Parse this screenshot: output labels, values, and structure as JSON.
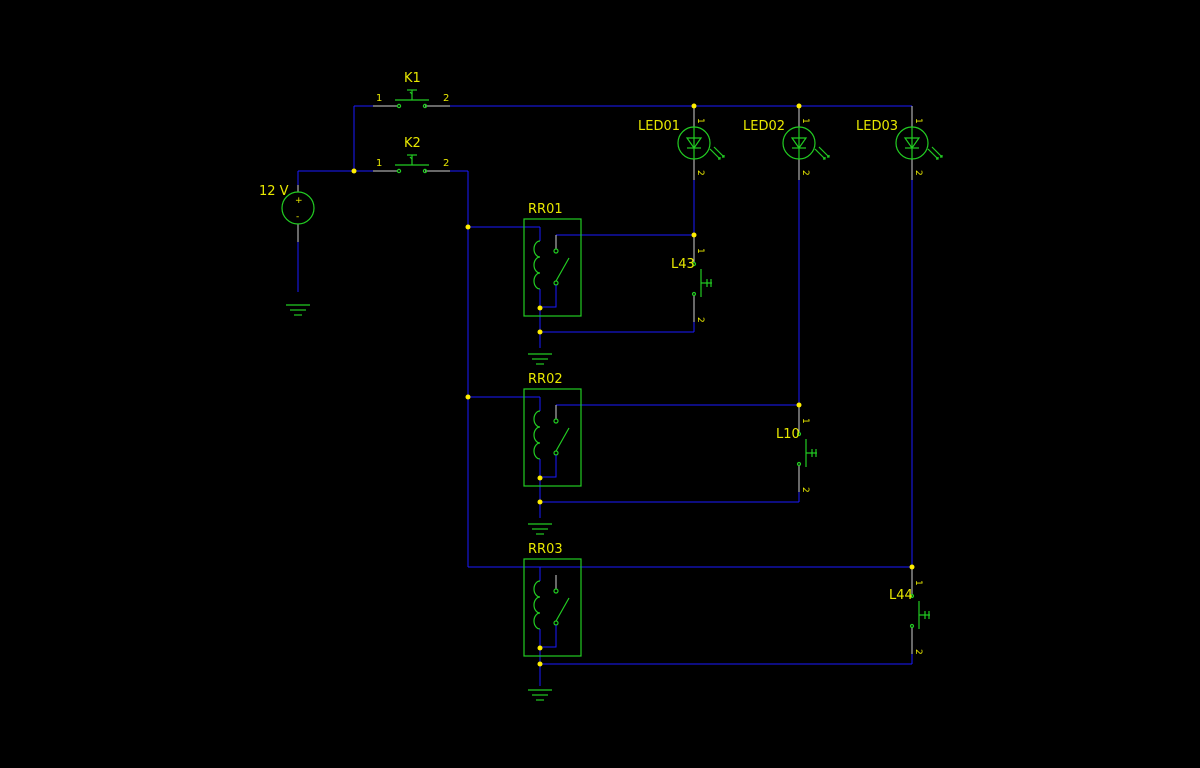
{
  "source": {
    "label": "12 V"
  },
  "switches": [
    {
      "name": "K1",
      "pin1": "1",
      "pin2": "2"
    },
    {
      "name": "K2",
      "pin1": "1",
      "pin2": "2"
    }
  ],
  "leds": [
    {
      "name": "LED01",
      "pin1": "1",
      "pin2": "2"
    },
    {
      "name": "LED02",
      "pin1": "1",
      "pin2": "2"
    },
    {
      "name": "LED03",
      "pin1": "1",
      "pin2": "2"
    }
  ],
  "relays": [
    {
      "name": "RR01"
    },
    {
      "name": "RR02"
    },
    {
      "name": "RR03"
    }
  ],
  "lamp_switches": [
    {
      "name": "L43",
      "pin1": "1",
      "pin2": "2"
    },
    {
      "name": "L10",
      "pin1": "1",
      "pin2": "2"
    },
    {
      "name": "L44",
      "pin1": "1",
      "pin2": "2"
    }
  ],
  "colors": {
    "background": "#000000",
    "wire": "#1a1aff",
    "symbol": "#22cc22",
    "label": "#e8e800",
    "junction": "#ffee00"
  }
}
